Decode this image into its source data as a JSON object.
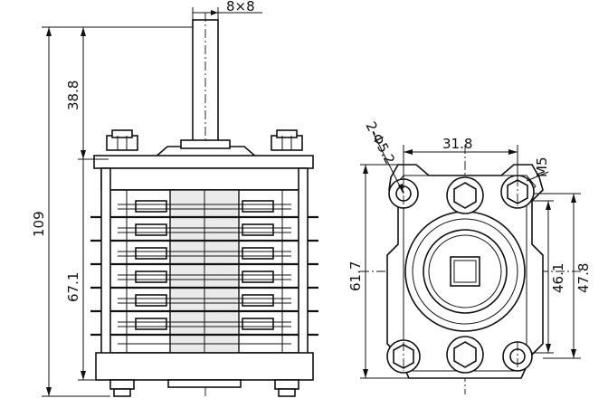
{
  "drawing": {
    "side_view": {
      "shaft_size": "8×8",
      "total_height": "109",
      "shaft_length": "38.8",
      "body_height": "67.1"
    },
    "front_view": {
      "mount_holes": "2-Φ5.2",
      "hole_spacing_horizontal": "31.8",
      "thread": "M5",
      "overall_height": "61.7",
      "hole_spacing_vertical": "46.1",
      "plate_height": "47.8"
    }
  }
}
